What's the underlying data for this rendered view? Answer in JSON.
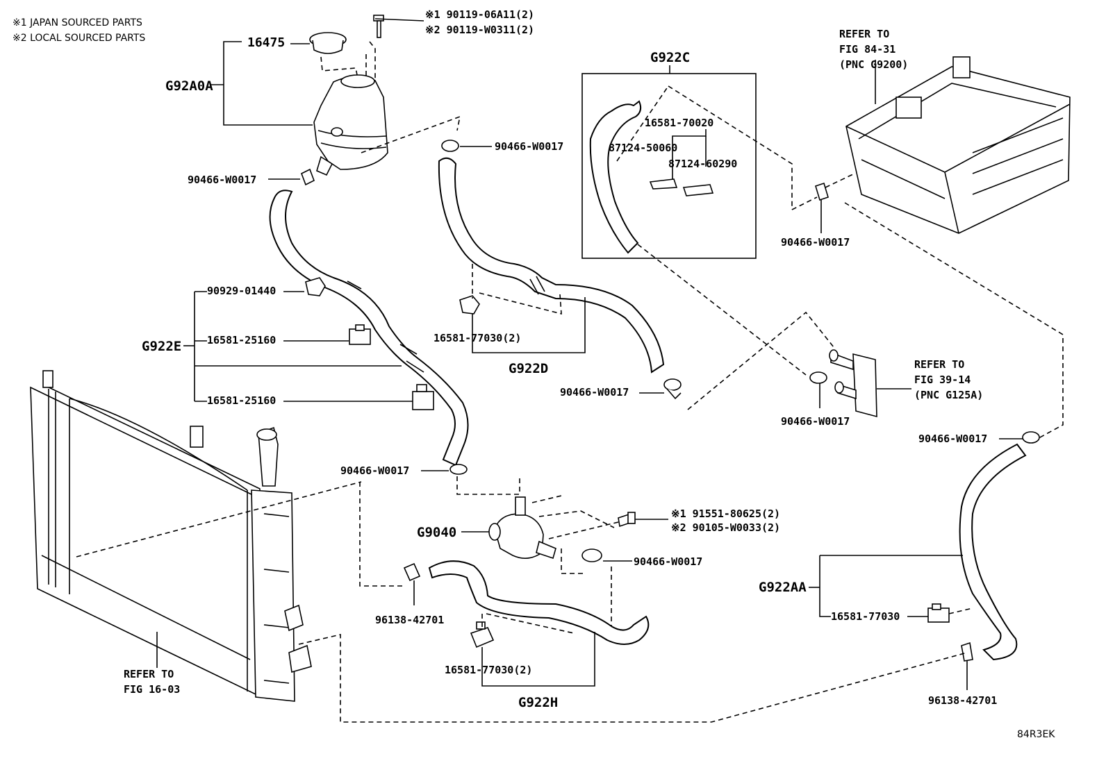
{
  "notes": {
    "note1": "※1 JAPAN SOURCED PARTS",
    "note2": "※2 LOCAL SOURCED PARTS"
  },
  "labels": {
    "bolt_a1": "※1 90119-06A11(2)",
    "bolt_a2": "※2 90119-W0311(2)",
    "cap": "16475",
    "reservoir_group": "G92A0A",
    "clamp_res": "90466-W0017",
    "clamp_top": "90466-W0017",
    "g922c_title": "G922C",
    "c_p1": "16581-70020",
    "c_p2": "87124-50060",
    "c_p3": "87124-60290",
    "inv_ref1": "REFER TO",
    "inv_ref2": "FIG 84-31",
    "inv_ref3": "(PNC G9200)",
    "clamp_inv": "90466-W0017",
    "e_p1": "90929-01440",
    "e_group": "G922E",
    "e_p2": "16581-25160",
    "e_p3": "16581-25160",
    "d_p1": "16581-77030(2)",
    "d_group": "G922D",
    "clamp_mid": "90466-W0017",
    "oil_ref1": "REFER TO",
    "oil_ref2": "FIG 39-14",
    "oil_ref3": "(PNC G125A)",
    "clamp_oil": "90466-W0017",
    "clamp_right": "90466-W0017",
    "clamp_pump_top": "90466-W0017",
    "pump_group": "G9040",
    "bolt_b1": "※1 91551-80625(2)",
    "bolt_b2": "※2 90105-W0033(2)",
    "clamp_pump": "90466-W0017",
    "aa_group": "G922AA",
    "aa_p1": "16581-77030",
    "clip_left": "96138-42701",
    "h_p1": "16581-77030(2)",
    "h_group": "G922H",
    "rad_ref1": "REFER TO",
    "rad_ref2": "FIG 16-03",
    "clip_right": "96138-42701",
    "code": "84R3EK"
  }
}
